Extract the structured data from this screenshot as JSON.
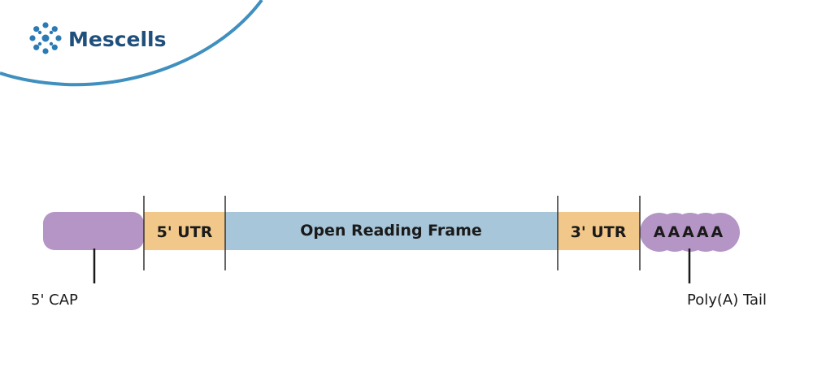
{
  "brand": {
    "name": "Mescells",
    "text_color": "#1f4f7c",
    "logo_color": "#2a7bb3",
    "swoosh_color": "#3f8fbf"
  },
  "diagram": {
    "segments": [
      {
        "key": "cap",
        "label": "",
        "color": "#b595c6"
      },
      {
        "key": "utr5",
        "label": "5' UTR",
        "color": "#f2c88a"
      },
      {
        "key": "orf",
        "label": "Open Reading Frame",
        "color": "#a7c6d9"
      },
      {
        "key": "utr3",
        "label": "3' UTR",
        "color": "#f2c88a"
      },
      {
        "key": "polya",
        "label": "AAAAA",
        "color": "#b595c6"
      }
    ],
    "callouts": {
      "cap": "5' CAP",
      "polya": "Poly(A) Tail"
    },
    "text_color": "#1a1a1a",
    "divider_color": "#333333"
  }
}
